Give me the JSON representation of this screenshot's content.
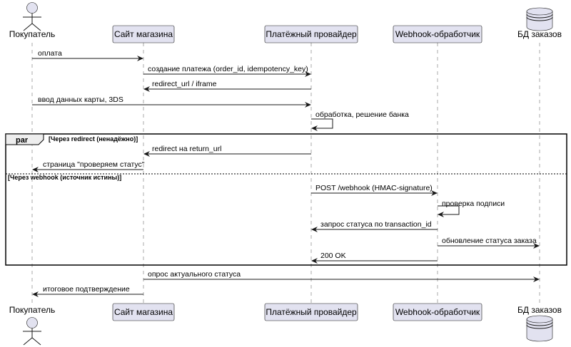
{
  "participants": [
    {
      "id": "buyer",
      "label": "Покупатель",
      "kind": "actor"
    },
    {
      "id": "shop",
      "label": "Сайт магазина",
      "kind": "participant"
    },
    {
      "id": "psp",
      "label": "Платёжный провайдер",
      "kind": "participant"
    },
    {
      "id": "hook",
      "label": "Webhook-обработчик",
      "kind": "participant"
    },
    {
      "id": "db",
      "label": "БД заказов",
      "kind": "database"
    }
  ],
  "messages": [
    {
      "from": "buyer",
      "to": "shop",
      "label": "оплата"
    },
    {
      "from": "shop",
      "to": "psp",
      "label": "создание платежа (order_id, idempotency_key)"
    },
    {
      "from": "psp",
      "to": "shop",
      "label": "redirect_url / iframe"
    },
    {
      "from": "buyer",
      "to": "psp",
      "label": "ввод данных карты, 3DS"
    },
    {
      "from": "psp",
      "to": "psp",
      "label": "обработка, решение банка"
    },
    {
      "from": "psp",
      "to": "shop",
      "label": "redirect на return_url"
    },
    {
      "from": "shop",
      "to": "buyer",
      "label": "страница \"проверяем статус\""
    },
    {
      "from": "psp",
      "to": "hook",
      "label": "POST /webhook (HMAC-signature)"
    },
    {
      "from": "hook",
      "to": "hook",
      "label": "проверка подписи"
    },
    {
      "from": "hook",
      "to": "psp",
      "label": "запрос статуса по transaction_id"
    },
    {
      "from": "hook",
      "to": "db",
      "label": "обновление статуса заказа"
    },
    {
      "from": "hook",
      "to": "psp",
      "label": "200 OK"
    },
    {
      "from": "shop",
      "to": "db",
      "label": "опрос актуального статуса"
    },
    {
      "from": "shop",
      "to": "buyer",
      "label": "итоговое подтверждение"
    }
  ],
  "fragment": {
    "keyword": "par",
    "guard1": "[Через redirect (ненадёжно)]",
    "guard2": "[Через webhook (источник истины)]"
  }
}
